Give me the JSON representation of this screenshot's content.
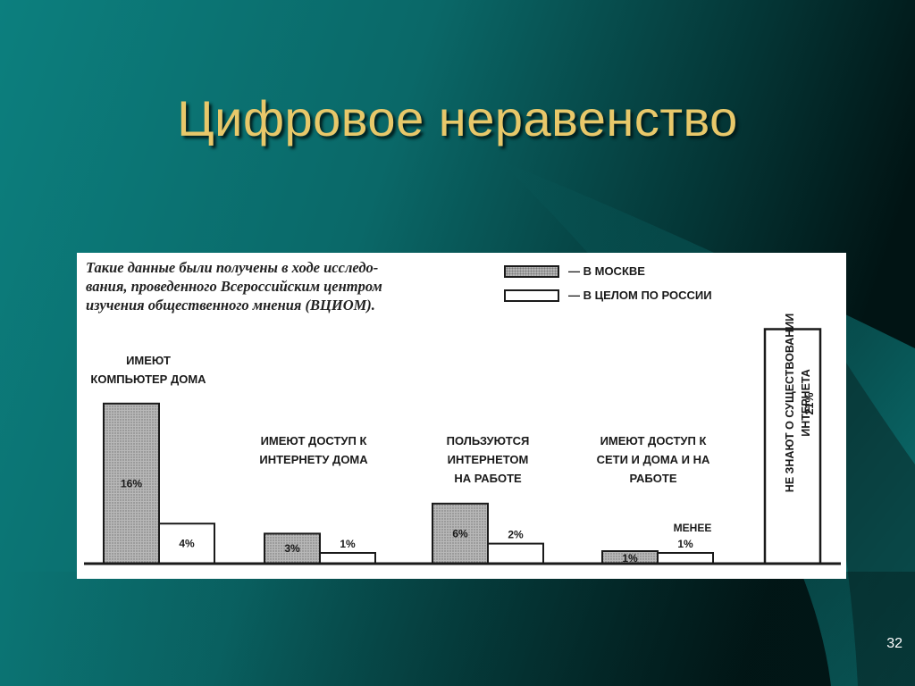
{
  "slide": {
    "title": "Цифровое неравенство",
    "page_number": "32"
  },
  "colors": {
    "background_dark": "#021e1e",
    "background_teal": "#0b7a7a",
    "title": "#e8c86a",
    "moscow_fill": "#b4b4b4",
    "russia_fill": "#ffffff"
  },
  "chart_data": {
    "type": "bar",
    "note": "Такие данные были получены в ходе исследования, проведенного Всероссийским центром изучения общественного мнения (ВЦИОМ).",
    "note_lines": [
      "Такие данные были получены в ходе исследо-",
      "вания, проведенного Всероссийским центром",
      "изучения общественного мнения (ВЦИОМ)."
    ],
    "legend": [
      "— В МОСКВЕ",
      "— В ЦЕЛОМ ПО РОССИИ"
    ],
    "legend_placement": "top-right",
    "categories": [
      [
        "ИМЕЮТ",
        "КОМПЬЮТЕР ДОМА"
      ],
      [
        "ИМЕЮТ ДОСТУП К",
        "ИНТЕРНЕТУ ДОМА"
      ],
      [
        "ПОЛЬЗУЮТСЯ",
        "ИНТЕРНЕТОМ",
        "НА РАБОТЕ"
      ],
      [
        "ИМЕЮТ ДОСТУП К",
        "СЕТИ И ДОМА И НА",
        "РАБОТЕ"
      ]
    ],
    "series": [
      {
        "values": [
          16,
          3,
          6,
          1
        ],
        "labels": [
          "16%",
          "3%",
          "6%",
          "1%"
        ]
      },
      {
        "values": [
          4,
          1,
          2,
          1
        ],
        "labels": [
          "4%",
          "1%",
          "2%",
          "1%"
        ],
        "label_prefix": [
          null,
          null,
          null,
          "МЕНЕЕ"
        ]
      }
    ],
    "extra_bar": {
      "value": 21,
      "label_lines": [
        "НЕ ЗНАЮТ О СУЩЕСТВОВАНИИ",
        "ИНТЕРНЕТА"
      ],
      "value_label": "21%"
    },
    "xlabel": "",
    "ylabel": "",
    "ylim": [
      0,
      21
    ],
    "grid": false
  }
}
